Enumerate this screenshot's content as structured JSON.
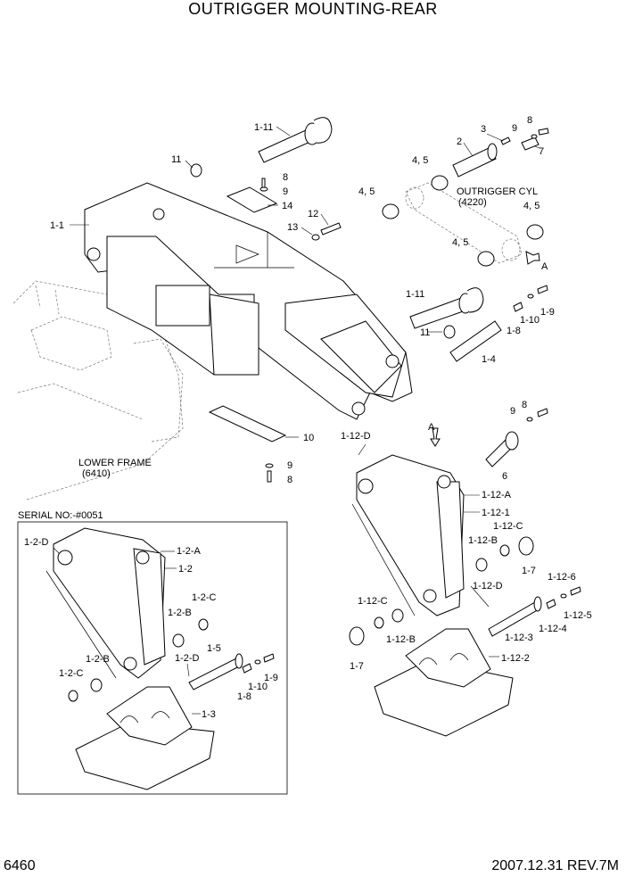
{
  "title": "OUTRIGGER MOUNTING-REAR",
  "page_number": "6460",
  "revision": "2007.12.31  REV.7M",
  "serial_label": "SERIAL NO:-#0051",
  "notes": {
    "outrigger_cyl": "OUTRIGGER CYL",
    "outrigger_cyl_ref": "(4220)",
    "lower_frame": "LOWER FRAME",
    "lower_frame_ref": "(6410)",
    "view_a": "A"
  },
  "callouts": {
    "c1_1": "1-1",
    "c1_11a": "1-11",
    "c11a": "11",
    "c8a": "8",
    "c9a": "9",
    "c14": "14",
    "c12": "12",
    "c13": "13",
    "c45a": "4, 5",
    "c3": "3",
    "c9b": "9",
    "c8b": "8",
    "c2": "2",
    "c7": "7",
    "c45b": "4, 5",
    "c45c": "4, 5",
    "c45d": "4, 5",
    "c1_11b": "1-11",
    "c11b": "11",
    "c1_8a": "1-8",
    "c1_10a": "1-10",
    "c1_9a": "1-9",
    "c1_4": "1-4",
    "c10": "10",
    "c9c": "9",
    "c8c": "8",
    "c9d": "9",
    "c8d": "8",
    "c6": "6",
    "c1_12d": "1-12-D",
    "c1_12a": "1-12-A",
    "c1_12_1": "1-12-1",
    "c1_12b": "1-12-B",
    "c1_12c": "1-12-C",
    "c1_7a": "1-7",
    "c1_12d2": "1-12-D",
    "c1_12c2": "1-12-C",
    "c1_12b2": "1-12-B",
    "c1_7b": "1-7",
    "c1_12_6": "1-12-6",
    "c1_12_5": "1-12-5",
    "c1_12_4": "1-12-4",
    "c1_12_3": "1-12-3",
    "c1_12_2": "1-12-2",
    "c1_2d": "1-2-D",
    "c1_2a": "1-2-A",
    "c1_2": "1-2",
    "c1_2c": "1-2-C",
    "c1_2b": "1-2-B",
    "c1_2b2": "1-2-B",
    "c1_2c2": "1-2-C",
    "c1_5": "1-5",
    "c1_2d2": "1-2-D",
    "c1_8b": "1-8",
    "c1_10b": "1-10",
    "c1_9b": "1-9",
    "c1_3": "1-3"
  }
}
